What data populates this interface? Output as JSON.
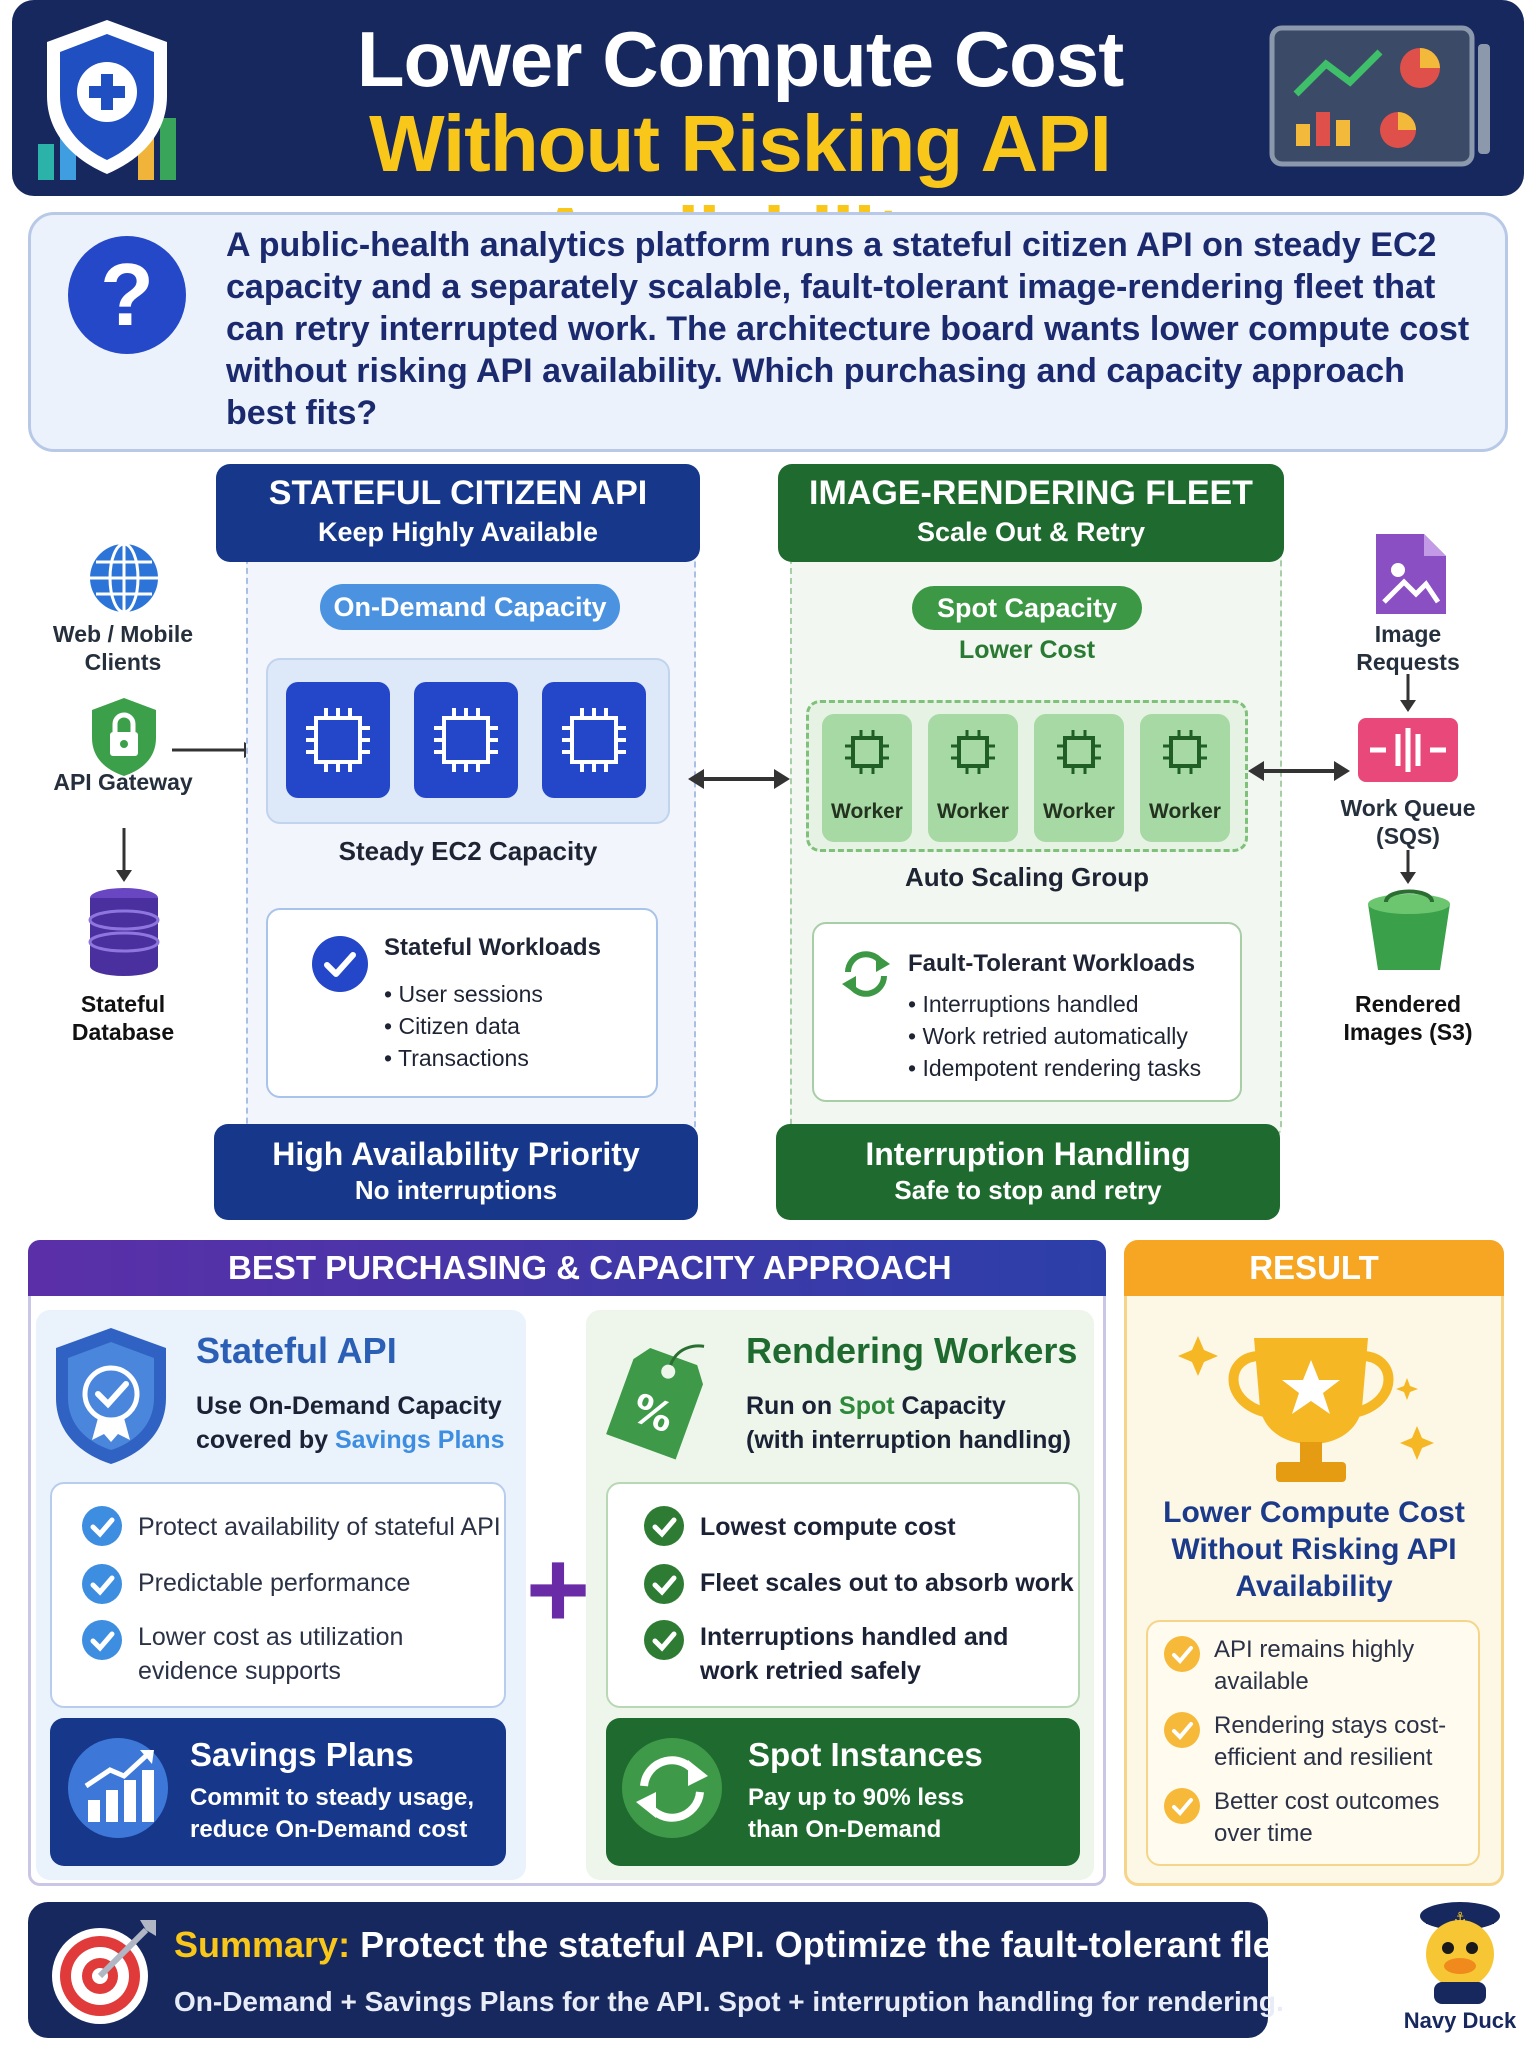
{
  "header": {
    "title_line1": "Lower Compute Cost",
    "title_line2": "Without Risking API Availability"
  },
  "question": {
    "icon": "?",
    "text": "A public-health analytics platform runs a stateful citizen API on steady EC2 capacity and a separately scalable, fault-tolerant image-rendering fleet that can retry interrupted work. The architecture board wants lower compute cost without risking API availability. Which purchasing and capacity approach best fits?"
  },
  "left_flow": {
    "clients": "Web / Mobile Clients",
    "gateway": "API Gateway",
    "database": "Stateful Database"
  },
  "api_section": {
    "title": "STATEFUL CITIZEN API",
    "subtitle": "Keep Highly Available",
    "pill": "On-Demand Capacity",
    "capacity_label": "Steady EC2 Capacity",
    "workloads_title": "Stateful Workloads",
    "workloads": [
      "User sessions",
      "Citizen data",
      "Transactions"
    ],
    "footer_title": "High Availability Priority",
    "footer_sub": "No interruptions"
  },
  "fleet_section": {
    "title": "IMAGE-RENDERING FLEET",
    "subtitle": "Scale Out & Retry",
    "pill": "Spot Capacity",
    "pill_sub": "Lower Cost",
    "workers": [
      "Worker",
      "Worker",
      "Worker",
      "Worker"
    ],
    "asg_label": "Auto Scaling Group",
    "workloads_title": "Fault-Tolerant Workloads",
    "workloads": [
      "Interruptions handled",
      "Work retried automatically",
      "Idempotent rendering tasks"
    ],
    "footer_title": "Interruption Handling",
    "footer_sub": "Safe to stop and retry"
  },
  "right_flow": {
    "requests": "Image Requests",
    "queue": "Work Queue (SQS)",
    "output": "Rendered Images (S3)"
  },
  "approach": {
    "header": "BEST PURCHASING & CAPACITY APPROACH",
    "api": {
      "title": "Stateful API",
      "line1_a": "Use ",
      "line1_b": "On-Demand Capacity",
      "line2_a": "covered by ",
      "line2_b": "Savings Plans",
      "checks": [
        "Protect availability of stateful API",
        "Predictable performance",
        "Lower cost as utilization evidence supports"
      ],
      "badge_title": "Savings Plans",
      "badge_sub": "Commit to steady usage, reduce On-Demand cost"
    },
    "plus": "+",
    "render": {
      "title": "Rendering Workers",
      "line1_a": "Run on ",
      "line1_b": "Spot",
      "line1_c": " Capacity",
      "line2": "(with interruption handling)",
      "checks": [
        "Lowest compute cost",
        "Fleet scales out to absorb work",
        "Interruptions handled and work retried safely"
      ],
      "badge_title": "Spot Instances",
      "badge_sub": "Pay up to 90% less than On-Demand"
    }
  },
  "result": {
    "header": "RESULT",
    "title": "Lower Compute Cost Without Risking API Availability",
    "items": [
      "API remains highly available",
      "Rendering stays cost-efficient and resilient",
      "Better cost outcomes over time"
    ]
  },
  "summary": {
    "label": "Summary:",
    "line1": " Protect the stateful API. Optimize the fault-tolerant fleet.",
    "line2": "On-Demand + Savings Plans for the API. Spot + interruption handling for rendering."
  },
  "mascot": {
    "label": "Navy Duck"
  },
  "colors": {
    "navy": "#16285e",
    "gold": "#f9c71a",
    "api_blue": "#16378a",
    "fleet_green": "#1f6b2f",
    "result_orange": "#f6a623"
  }
}
